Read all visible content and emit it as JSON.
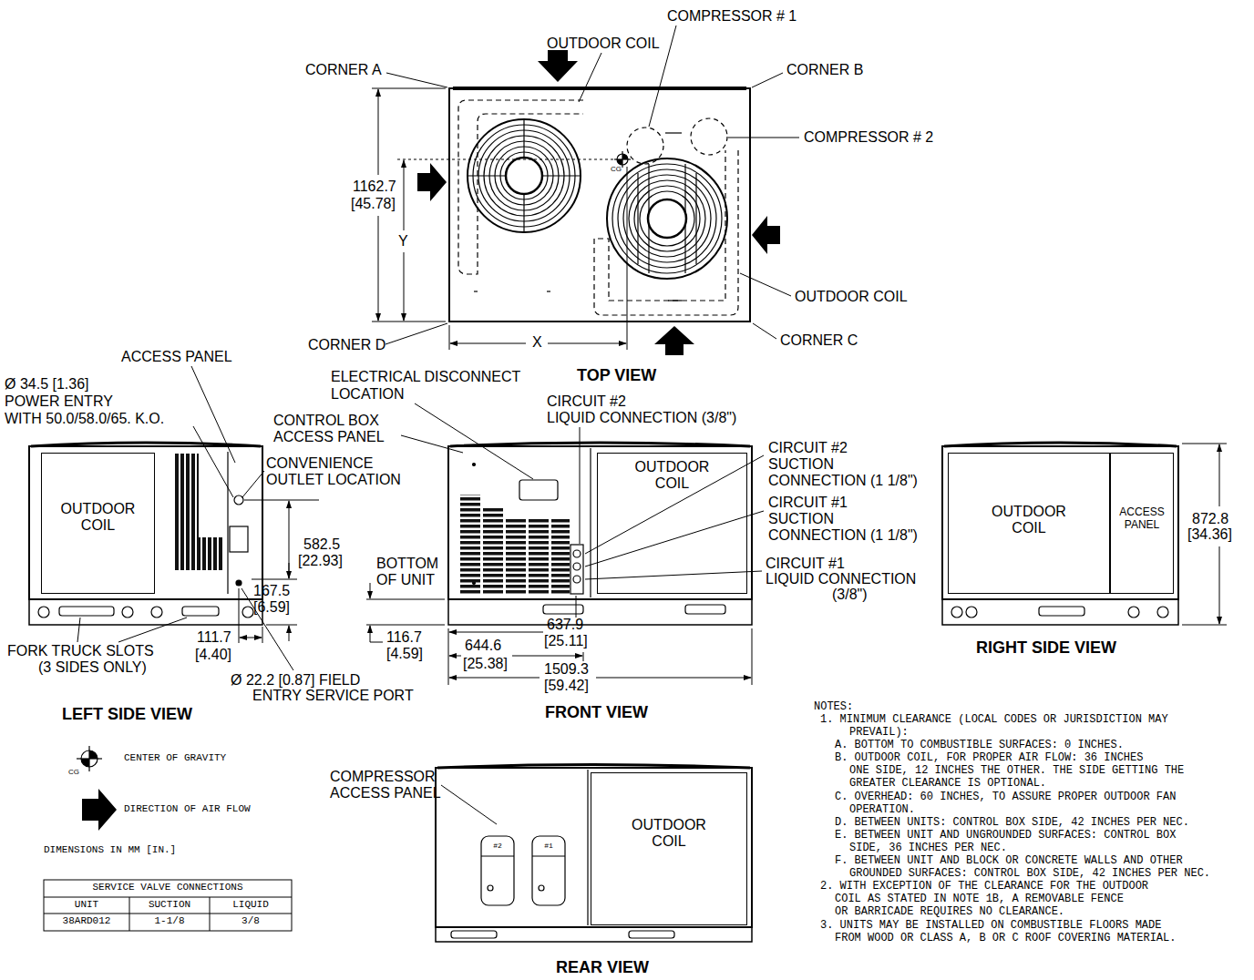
{
  "diagram": {
    "nodes": [
      {
        "text": [
          "OUTDOOR COIL"
        ]
      },
      {
        "text": [
          "OUTDOOR COIL"
        ]
      },
      {
        "text": [
          "OUTDOOR COIL"
        ]
      },
      {
        "text": [
          "ACCESS PANEL"
        ]
      },
      {
        "text": [
          "OUTDOOR COIL"
        ]
      }
    ],
    "labels": [
      "COMPRESSOR # 1",
      "OUTDOOR COIL",
      "CORNER A",
      "CORNER B",
      "COMPRESSOR # 2",
      "CG",
      "1162.7",
      "[45.78]",
      "Y",
      "OUTDOOR COIL",
      "CORNER D",
      "X",
      "CORNER C",
      "TOP VIEW",
      "ACCESS PANEL",
      "Ø 34.5 [1.36]",
      "POWER ENTRY",
      "WITH 50.0/58.0/65. K.O.",
      "CONVENIENCE",
      "OUTLET LOCATION",
      "582.5",
      "[22.93]",
      "167.5",
      "[6.59]",
      "111.7",
      "[4.40]",
      "FORK TRUCK SLOTS",
      "(3 SIDES ONLY)",
      "Ø 22.2 [0.87] FIELD",
      "ENTRY SERVICE PORT",
      "LEFT SIDE VIEW",
      "ELECTRICAL DISCONNECT",
      "LOCATION",
      "CIRCUIT #2",
      "LIQUID CONNECTION (3/8\")",
      "CONTROL BOX",
      "ACCESS PANEL",
      "CIRCUIT #2",
      "SUCTION",
      "CONNECTION (1 1/8\")",
      "CIRCUIT #1",
      "SUCTION",
      "CONNECTION (1 1/8\")",
      "CIRCUIT #1",
      "LIQUID CONNECTION",
      "(3/8\")",
      "BOTTOM",
      "OF UNIT",
      "637.9",
      "[25.11]",
      "644.6",
      "[25.38]",
      "116.7",
      "[4.59]",
      "1509.3",
      "[59.42]",
      "FRONT VIEW",
      "872.8",
      "[34.36]",
      "RIGHT SIDE VIEW",
      "CG",
      "DIMENSIONS IN MM [IN.]",
      "SERVICE VALVE CONNECTIONS",
      "UNIT",
      "SUCTION",
      "LIQUID",
      "38ARD012",
      "1-1/8",
      "3/8",
      "COMPRESSOR",
      "ACCESS PANEL",
      "#2",
      "#1",
      "REAR VIEW",
      "NOTES:",
      "1. MINIMUM CLEARANCE (LOCAL CODES OR JURISDICTION MAY",
      "PREVAIL):",
      "A. BOTTOM TO COMBUSTIBLE SURFACES: 0 INCHES.",
      "B. OUTDOOR COIL, FOR PROPER AIR FLOW: 36 INCHES",
      "ONE SIDE, 12 INCHES THE OTHER. THE SIDE GETTING THE",
      "GREATER CLEARANCE IS OPTIONAL.",
      "C. OVERHEAD: 60 INCHES, TO ASSURE PROPER OUTDOOR FAN",
      "OPERATION.",
      "D. BETWEEN UNITS: CONTROL BOX SIDE, 42 INCHES PER NEC.",
      "E. BETWEEN UNIT AND UNGROUNDED SURFACES: CONTROL BOX",
      "SIDE, 36 INCHES PER NEC.",
      "F. BETWEEN UNIT AND BLOCK OR CONCRETE WALLS AND OTHER",
      "GROUNDED SURFACES: CONTROL BOX SIDE, 42 INCHES PER NEC.",
      "2. WITH EXCEPTION OF THE CLEARANCE FOR THE OUTDOOR",
      "COIL AS STATED IN NOTE 1B, A REMOVABLE FENCE",
      "OR BARRICADE REQUIRES NO CLEARANCE.",
      "3. UNITS MAY BE INSTALLED ON COMBUSTIBLE FLOORS MADE",
      "FROM WOOD OR CLASS A, B OR C ROOF COVERING MATERIAL."
    ],
    "legend": [
      {
        "text": "CENTER OF GRAVITY"
      },
      {
        "text": "DIRECTION OF AIR FLOW"
      }
    ]
  }
}
